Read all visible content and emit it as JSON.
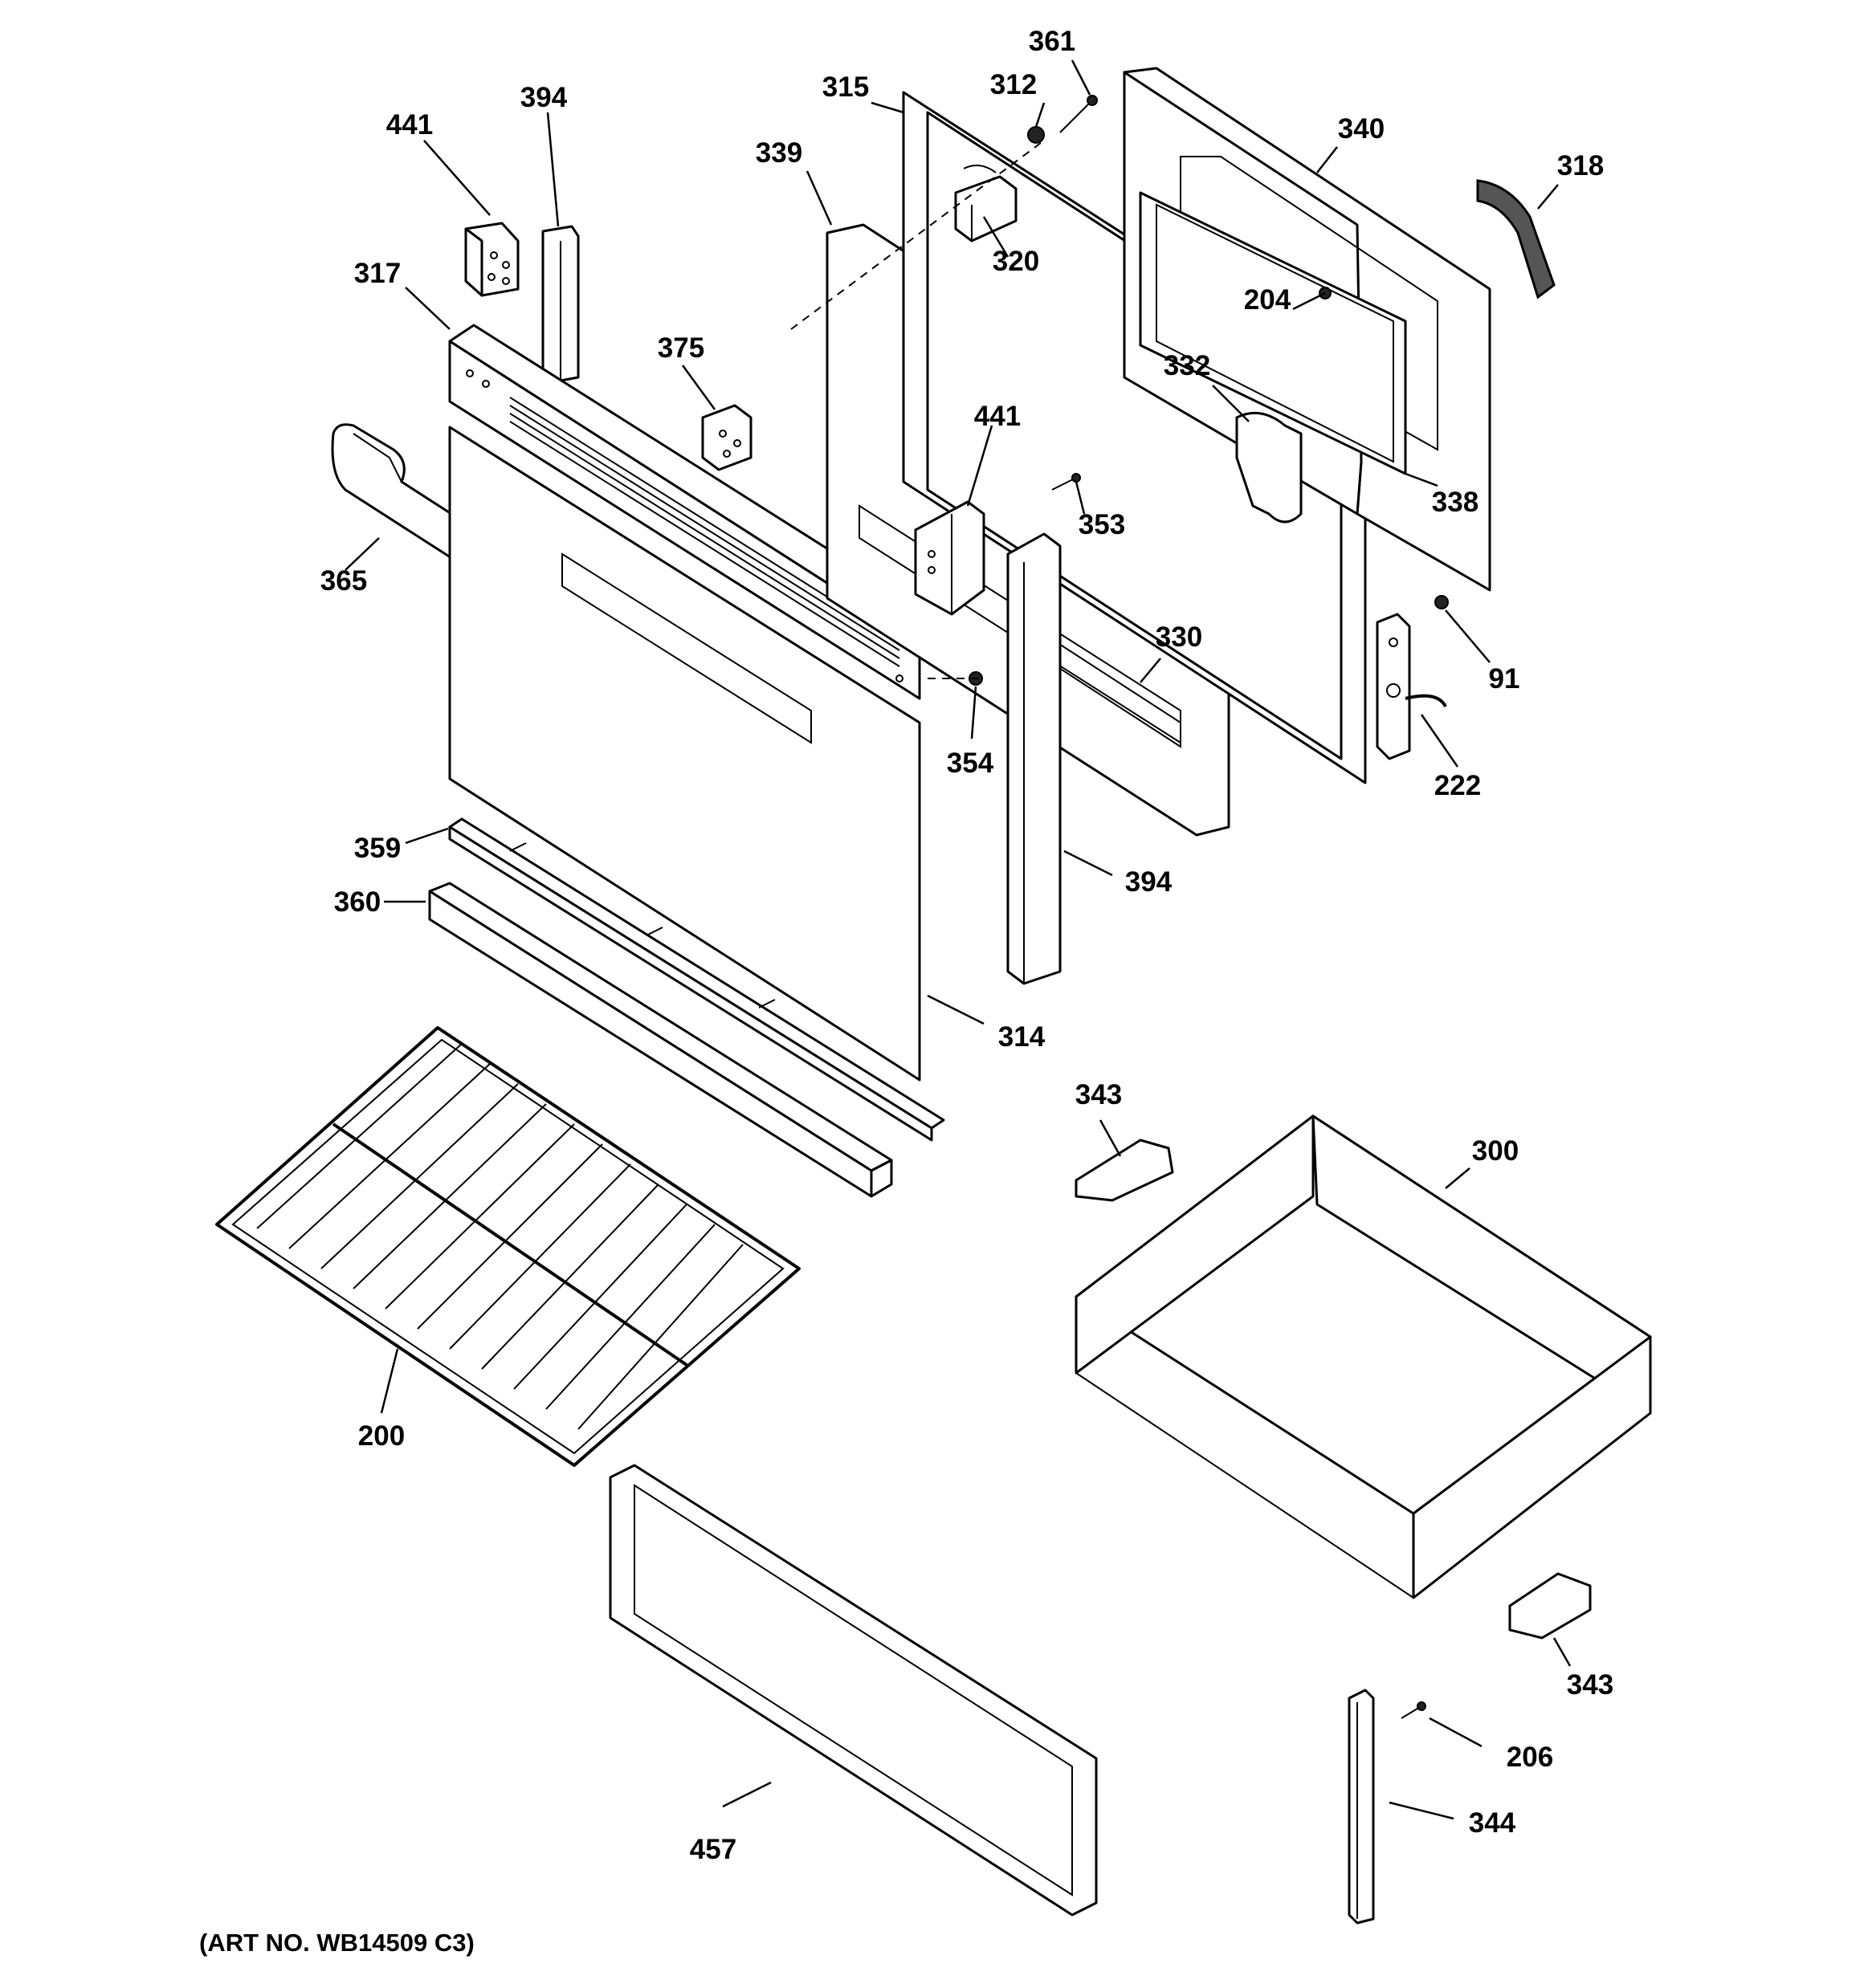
{
  "parts": [
    {
      "id": "441_a",
      "number": "441"
    },
    {
      "id": "394_a",
      "number": "394"
    },
    {
      "id": "317",
      "number": "317"
    },
    {
      "id": "375",
      "number": "375"
    },
    {
      "id": "365",
      "number": "365"
    },
    {
      "id": "315",
      "number": "315"
    },
    {
      "id": "312",
      "number": "312"
    },
    {
      "id": "361",
      "number": "361"
    },
    {
      "id": "339",
      "number": "339"
    },
    {
      "id": "320",
      "number": "320"
    },
    {
      "id": "340",
      "number": "340"
    },
    {
      "id": "318",
      "number": "318"
    },
    {
      "id": "204",
      "number": "204"
    },
    {
      "id": "332",
      "number": "332"
    },
    {
      "id": "441_b",
      "number": "441"
    },
    {
      "id": "353",
      "number": "353"
    },
    {
      "id": "338",
      "number": "338"
    },
    {
      "id": "91",
      "number": "91"
    },
    {
      "id": "330",
      "number": "330"
    },
    {
      "id": "354",
      "number": "354"
    },
    {
      "id": "222",
      "number": "222"
    },
    {
      "id": "359",
      "number": "359"
    },
    {
      "id": "360",
      "number": "360"
    },
    {
      "id": "394_b",
      "number": "394"
    },
    {
      "id": "314",
      "number": "314"
    },
    {
      "id": "343_a",
      "number": "343"
    },
    {
      "id": "300",
      "number": "300"
    },
    {
      "id": "200",
      "number": "200"
    },
    {
      "id": "343_b",
      "number": "343"
    },
    {
      "id": "206",
      "number": "206"
    },
    {
      "id": "344",
      "number": "344"
    },
    {
      "id": "457",
      "number": "457"
    }
  ],
  "art_number": "(ART NO. WB14509 C3)"
}
